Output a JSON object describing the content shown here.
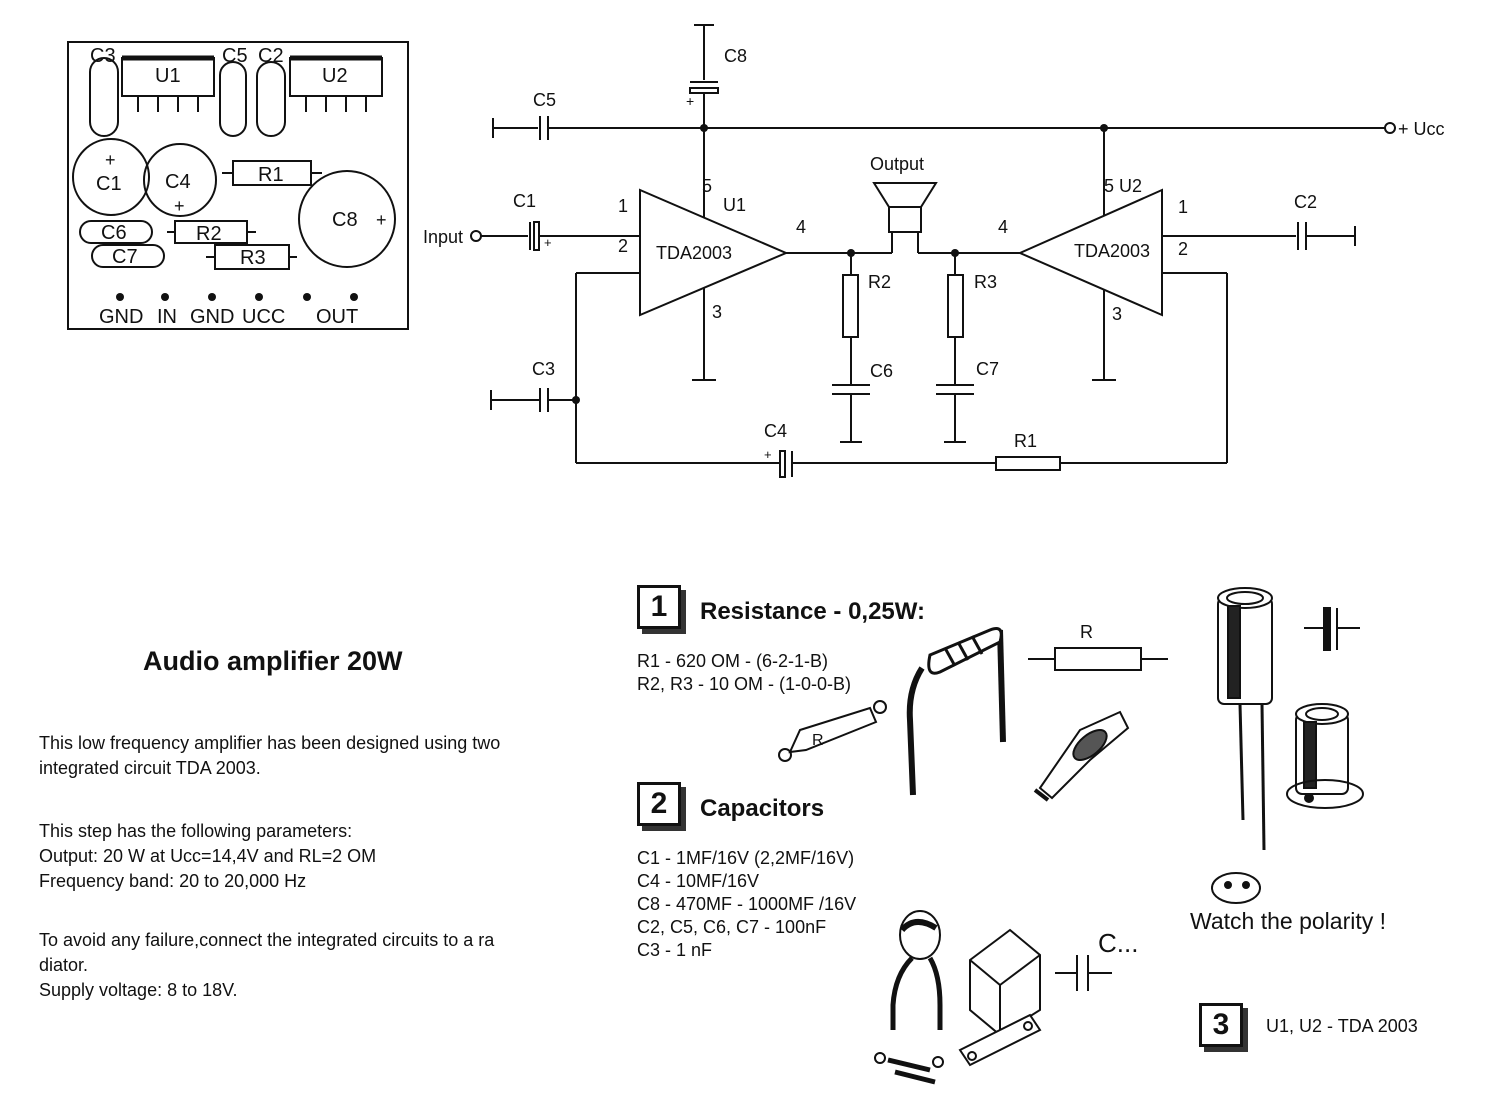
{
  "pcb": {
    "labels": {
      "c3": "C3",
      "u1": "U1",
      "c5": "C5",
      "c2": "C2",
      "u2": "U2",
      "c1": "C1",
      "c4": "C4",
      "r1": "R1",
      "c8": "C8",
      "c6": "C6",
      "c7": "C7",
      "r2": "R2",
      "r3": "R3"
    },
    "pins": [
      "GND",
      "IN",
      "GND",
      "UCC",
      "OUT"
    ],
    "plus": "+"
  },
  "schematic": {
    "c8": "C8",
    "c5": "C5",
    "c1": "C1",
    "c2": "C2",
    "c3": "C3",
    "c4": "C4",
    "c6": "C6",
    "c7": "C7",
    "r1": "R1",
    "r2": "R2",
    "r3": "R3",
    "u1": "U1",
    "u2": "U2",
    "ic": "TDA2003",
    "ucc": "+ Ucc",
    "input": "Input",
    "output": "Output",
    "pin1": "1",
    "pin2": "2",
    "pin3": "3",
    "pin4": "4",
    "pin5": "5",
    "plus": "+",
    "u2pin": "5 U2"
  },
  "article": {
    "title": "Audio amplifier 20W",
    "intro": [
      "This  low  frequency  amplifier has been designed using two",
      "integrated circuit TDA 2003."
    ],
    "params": [
      "This step has the following parameters:",
      "Output: 20 W at Ucc=14,4V and RL=2 OM",
      "Frequency band: 20 to 20,000 Hz"
    ],
    "warning": [
      "To avoid any failure,connect the integrated circuits to a ra",
      "diator.",
      "Supply voltage: 8 to 18V."
    ]
  },
  "parts": {
    "sections": [
      {
        "number": "1",
        "title": "Resistance - 0,25W:",
        "items": [
          "R1 - 620 OM - (6-2-1-B)",
          "R2, R3 - 10 OM - (1-0-0-B)"
        ]
      },
      {
        "number": "2",
        "title": "Capacitors",
        "items": [
          "C1 - 1MF/16V (2,2MF/16V)",
          "C4 - 10MF/16V",
          "C8 - 470MF - 1000MF /16V",
          "C2, C5, C6, C7 - 100nF",
          "C3 - 1 nF"
        ]
      },
      {
        "number": "3",
        "title": "",
        "items": [
          "U1, U2  - TDA 2003"
        ]
      }
    ],
    "r_symbol": "R",
    "r_body": "R",
    "c_symbol": "C...",
    "polarity_note": "Watch the polarity !"
  }
}
